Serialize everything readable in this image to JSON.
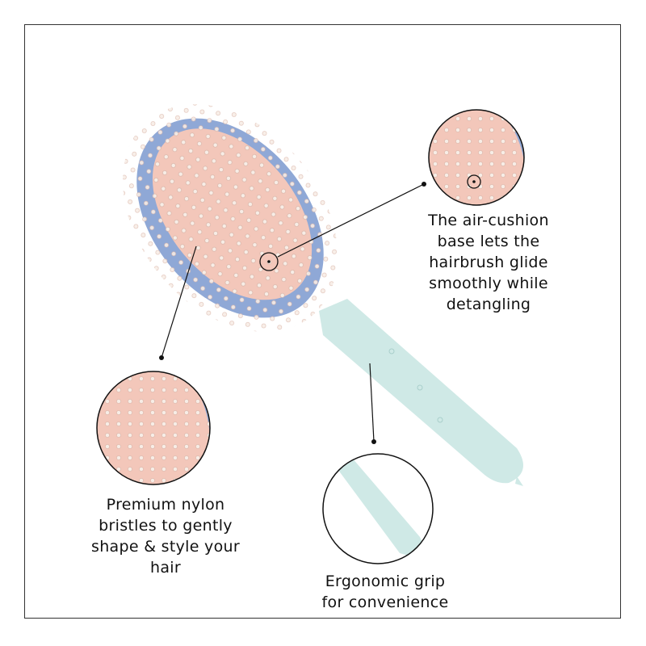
{
  "callouts": {
    "air_cushion": {
      "lines": [
        "The air-cushion",
        "base lets the",
        "hairbrush glide",
        "smoothly while",
        "detangling"
      ]
    },
    "bristles": {
      "lines": [
        "Premium nylon",
        "bristles to gently",
        "shape & style your",
        "hair"
      ]
    },
    "grip": {
      "lines": [
        "Ergonomic grip",
        "for convenience"
      ]
    }
  },
  "colors": {
    "frame": "#333333",
    "brush_head": "#8fa8d6",
    "cushion": "#f3c7ba",
    "handle": "#cfe9e6",
    "bristle": "#f7ede6"
  }
}
